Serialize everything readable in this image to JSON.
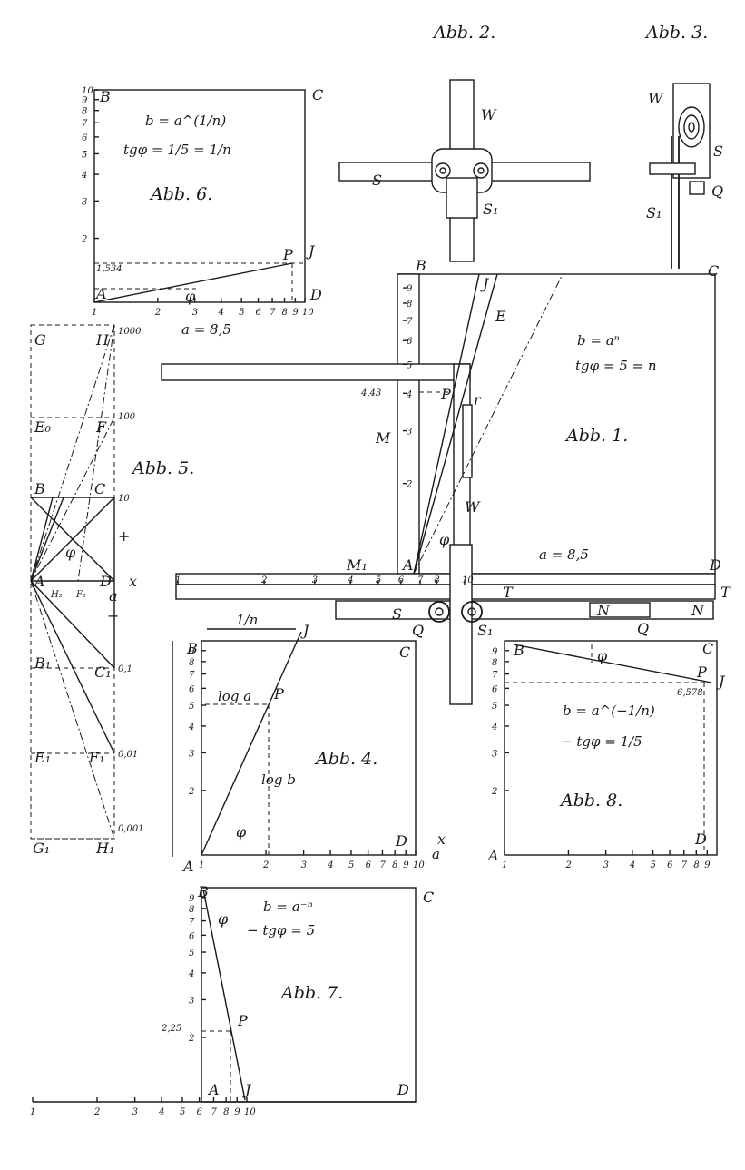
{
  "figures": {
    "abb1": {
      "caption": "Abb. 1.",
      "formula1": "b = aⁿ",
      "formula2": "tgφ = 5 = n",
      "a_value": "a = 8,5",
      "marker": "4,43"
    },
    "abb2": {
      "caption": "Abb. 2."
    },
    "abb3": {
      "caption": "Abb. 3."
    },
    "abb4": {
      "caption": "Abb. 4.",
      "loga": "log a",
      "logb": "log b",
      "inv_n": "1/n"
    },
    "abb5": {
      "caption": "Abb. 5.",
      "values": [
        "1000",
        "100",
        "10",
        "0,1",
        "0,01",
        "0,001"
      ],
      "a_label": "a",
      "sign_plus": "+",
      "sign_minus": "−"
    },
    "abb6": {
      "caption": "Abb. 6.",
      "formula1": "b = a^(1/n)",
      "formula2": "tgφ = 1/5 = 1/n",
      "a_value": "a = 8,5",
      "marker": "1,534"
    },
    "abb7": {
      "caption": "Abb. 7.",
      "formula1": "b = a⁻ⁿ",
      "formula2": "− tgφ = 5",
      "marker": "2,25"
    },
    "abb8": {
      "caption": "Abb. 8.",
      "formula1": "b = a^(−1/n)",
      "formula2": "− tgφ = 1/5",
      "marker": "6,578"
    }
  },
  "letters": {
    "A": "A",
    "B": "B",
    "C": "C",
    "D": "D",
    "E": "E",
    "F": "F",
    "G": "G",
    "H": "H",
    "J": "J",
    "M": "M",
    "M1": "M₁",
    "N": "N",
    "P": "P",
    "Q": "Q",
    "S": "S",
    "S1": "S₁",
    "T": "T",
    "W": "W",
    "r": "r",
    "x": "x",
    "phi": "φ",
    "E0": "E₀",
    "B1": "B₁",
    "C1": "C₁",
    "E1": "E₁",
    "F1": "F₁",
    "G1": "G₁",
    "H1": "H₁",
    "H2": "H₂",
    "F2": "F₂"
  }
}
